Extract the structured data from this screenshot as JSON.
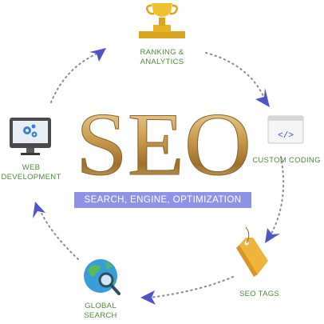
{
  "diagram": {
    "title": "SEO",
    "subtitle": "SEARCH, ENGINE, OPTIMIZATION",
    "nodes": {
      "ranking": {
        "label_line1": "RANKING &",
        "label_line2": "ANALYTICS",
        "icon": "trophy-icon"
      },
      "custom_coding": {
        "label": "CUSTOM CODING",
        "icon": "code-window-icon"
      },
      "seo_tags": {
        "label": "SEO TAGS",
        "icon": "tag-icon"
      },
      "global_search": {
        "label_line1": "GLOBAL",
        "label_line2": "SEARCH",
        "icon": "globe-search-icon"
      },
      "web_development": {
        "label_line1": "WEB",
        "label_line2": "DEVELOPMENT",
        "icon": "monitor-gears-icon"
      }
    },
    "colors": {
      "label_green": "#4d8a3a",
      "arrow_blue": "#4e55c8",
      "dots_gray": "#808080",
      "band_purple": "#8f93e8",
      "gold": "#c9a04a",
      "tag_orange": "#f0b43c"
    }
  }
}
